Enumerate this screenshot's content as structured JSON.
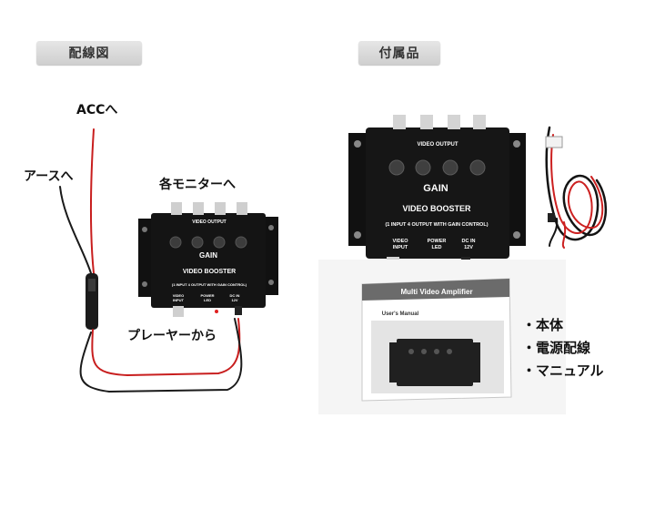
{
  "headers": {
    "wiring": "配線図",
    "accessories": "付属品"
  },
  "wiring_labels": {
    "acc": "ACCへ",
    "ground": "アースへ",
    "monitors": "各モニターへ",
    "player": "プレーヤーから"
  },
  "device": {
    "video_output": "VIDEO OUTPUT",
    "gain": "GAIN",
    "title": "VIDEO BOOSTER",
    "subtitle": "(1 INPUT 4 OUTPUT WITH GAIN CONTROL)",
    "video_input_1": "VIDEO",
    "video_input_2": "INPUT",
    "power_1": "POWER",
    "power_2": "LED",
    "dc_1": "DC IN",
    "dc_2": "12V"
  },
  "manual": {
    "title": "Multi Video Amplifier",
    "subtitle": "User's Manual"
  },
  "accessory_list": [
    "・本体",
    "・電源配線",
    "・マニュアル"
  ]
}
